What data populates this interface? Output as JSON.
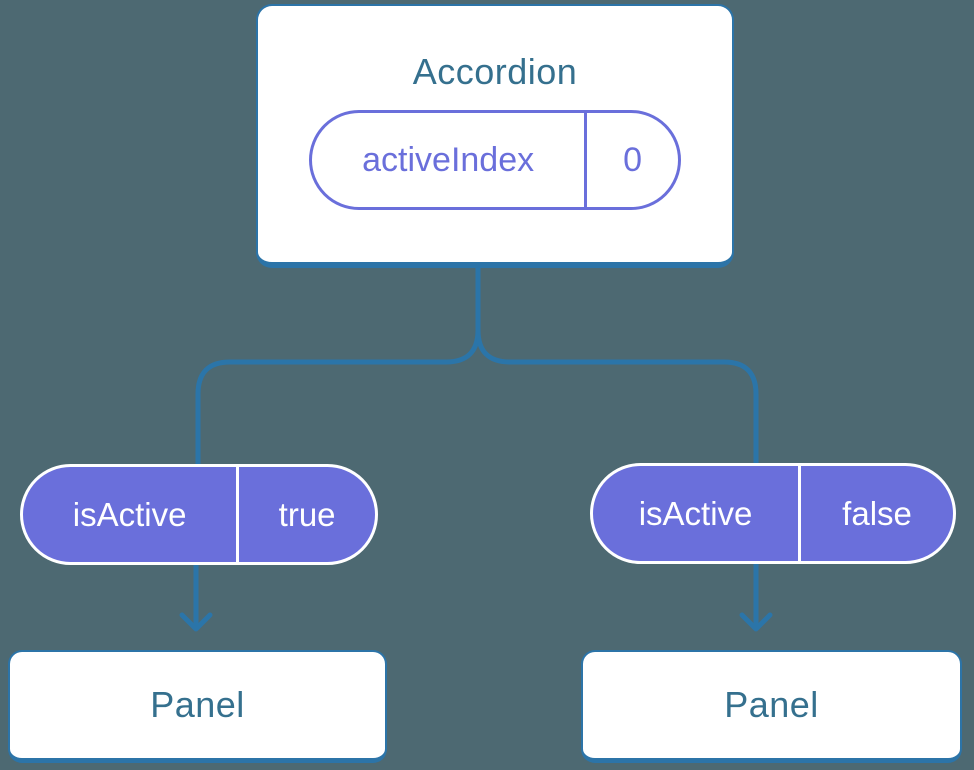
{
  "colors": {
    "background": "#4D6972",
    "line": "#2B75A9",
    "card_border": "#2C74A8",
    "card_background": "#FFFFFF",
    "title_text": "#35708E",
    "purple": "#6A6FDB",
    "pill_text_on_purple": "#FFFFFF"
  },
  "diagram": {
    "root": {
      "title": "Accordion",
      "state": {
        "name": "activeIndex",
        "value": "0"
      }
    },
    "children": [
      {
        "prop": {
          "name": "isActive",
          "value": "true"
        },
        "panel": {
          "title": "Panel"
        }
      },
      {
        "prop": {
          "name": "isActive",
          "value": "false"
        },
        "panel": {
          "title": "Panel"
        }
      }
    ]
  }
}
